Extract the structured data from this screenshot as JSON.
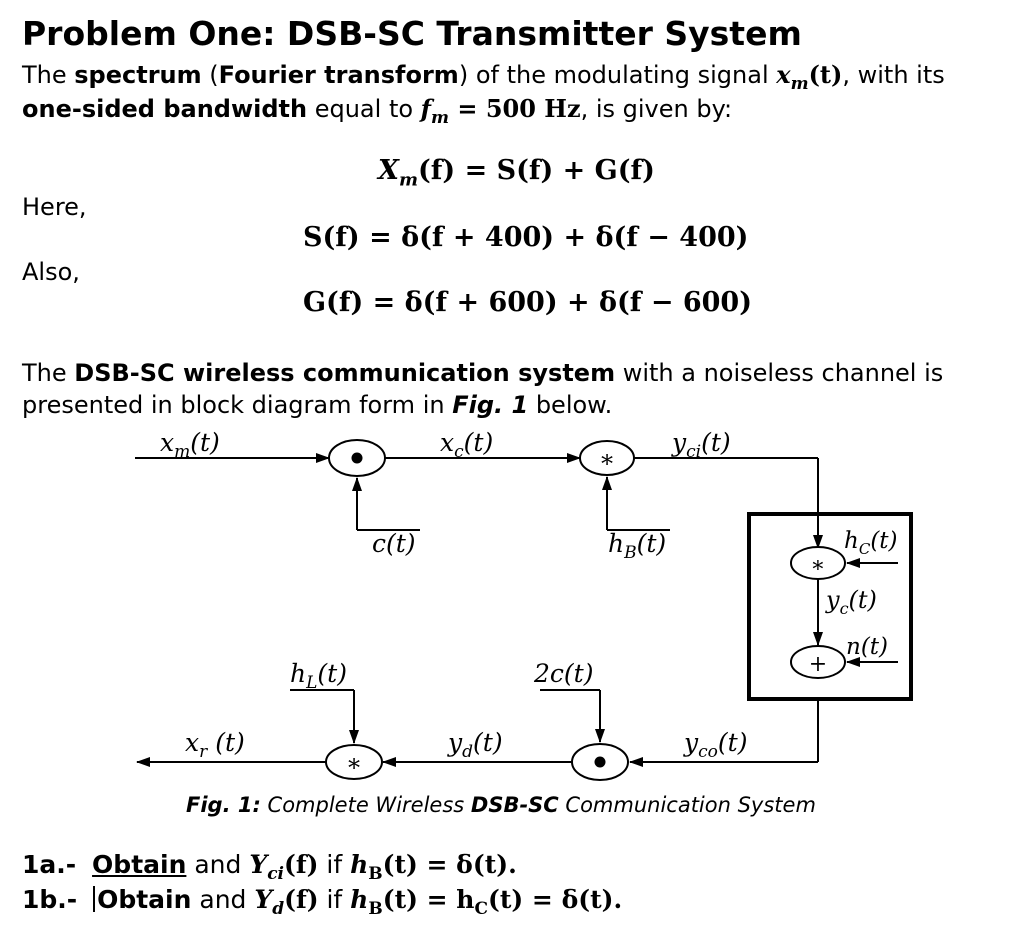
{
  "title": "Problem One: DSB-SC Transmitter System",
  "intro": {
    "t1": "The ",
    "b1": "spectrum",
    "t2": " (",
    "b2": "Fourier transform",
    "t3": ") of the modulating signal ",
    "sig": "x",
    "sig_sub": "m",
    "sig_arg": "(t)",
    "t4": ", with its",
    "b3": "one-sided bandwidth",
    "t5": " equal to ",
    "fm": "f",
    "fm_sub": "m",
    "fm_val": " = 500 Hz",
    "t6": ", is given by:"
  },
  "eq1": {
    "lhs": "X",
    "lhs_sub": "m",
    "rhs": "(f) = S(f) + G(f)"
  },
  "here": "Here,",
  "eq2": "S(f) = δ(f + 400) + δ(f − 400)",
  "also": "Also,",
  "eq3": "G(f) = δ(f + 600) + δ(f − 600)",
  "para2": {
    "t1": "The ",
    "b1": "DSB-SC wireless communication system",
    "t2": " with a noiseless channel is",
    "t3": "presented in block diagram form in ",
    "fig": "Fig. 1",
    "t4": " below."
  },
  "diagram": {
    "labels": {
      "xm": "xm(t)",
      "xc": "xc(t)",
      "yci": "yci(t)",
      "c": "c(t)",
      "hB": "hB(t)",
      "hC": "hC(t)",
      "yc": "yc(t)",
      "n": "n(t)",
      "hL": "hL(t)",
      "c2": "2c(t)",
      "xr": "xr (t)",
      "yd": "yd(t)",
      "yco": "yco(t)"
    },
    "symbols": {
      "multiply": "•",
      "convolve": "∗",
      "add": "+"
    }
  },
  "caption": {
    "fig": "Fig. 1:",
    "t1": " Complete Wireless ",
    "b1": "DSB-SC",
    "t2": " Communication System"
  },
  "q1a": {
    "num": "1a.-",
    "verb": "Obtain",
    "t1": " and ",
    "Y": "Y",
    "sub": "ci",
    "t2": "(f)",
    "t3": " if ",
    "cond": "h",
    "cond_sub": "B",
    "cond_rest": "(t) = δ(t)."
  },
  "q1b": {
    "num": "1b.-",
    "verb": "Obtain",
    "t1": " and ",
    "Y": "Y",
    "sub": "d",
    "t2": "(f)",
    "t3": " if ",
    "cond": "h",
    "cond_sub": "B",
    "cond_mid": "(t) = h",
    "cond_sub2": "C",
    "cond_rest": "(t) = δ(t)."
  }
}
